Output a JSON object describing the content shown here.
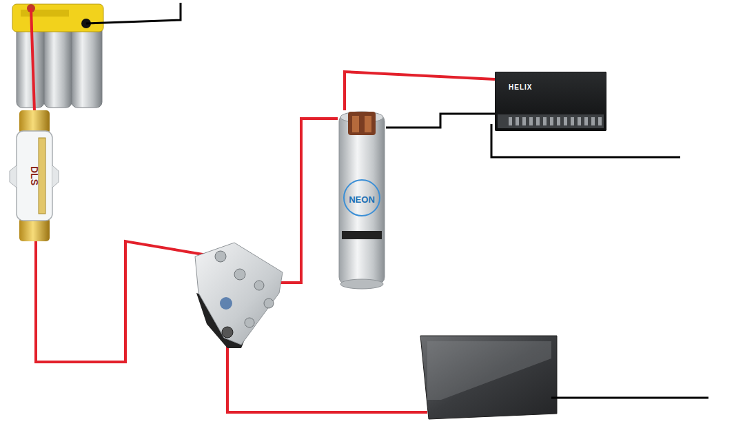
{
  "diagram": {
    "nodes": [
      {
        "text": [
          "DLS"
        ]
      },
      {
        "text": [
          "NEON"
        ]
      },
      {
        "text": [
          "HELIX"
        ]
      }
    ],
    "edges": [
      {
        "from": 1,
        "to": 2,
        "arrow": "none"
      },
      {
        "from": 1,
        "to": 2,
        "arrow": "none"
      }
    ]
  }
}
